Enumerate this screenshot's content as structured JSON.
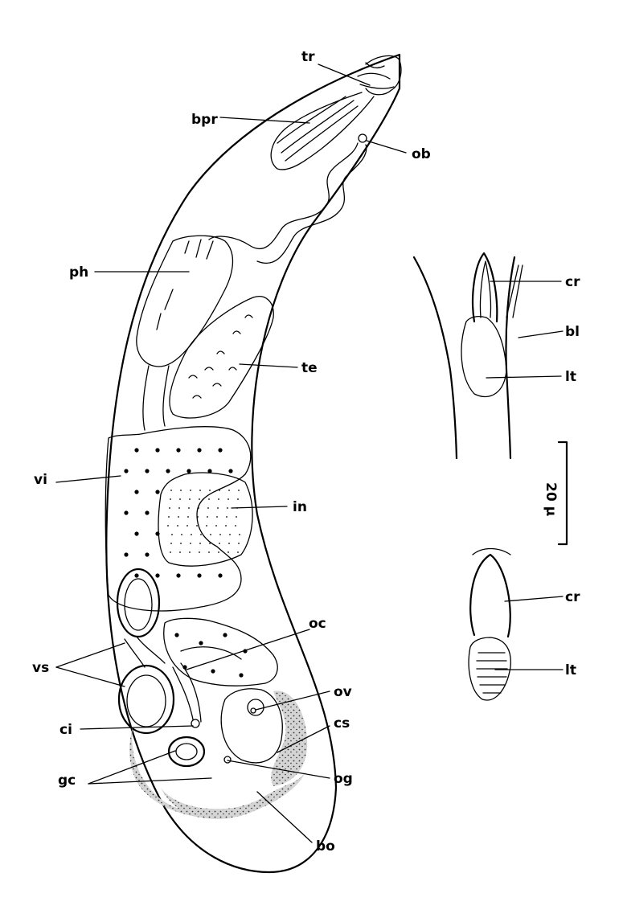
{
  "labels": {
    "tr": "tr",
    "bpr": "bpr",
    "ob": "ob",
    "ph": "ph",
    "te": "te",
    "vi": "vi",
    "in": "in",
    "oc": "oc",
    "vs": "vs",
    "ov": "ov",
    "ci": "ci",
    "cs": "cs",
    "gc": "gc",
    "og": "og",
    "bo": "bo",
    "cr_upper": "cr",
    "bl": "bl",
    "lt_upper": "lt",
    "cr_lower": "cr",
    "lt_lower": "lt",
    "scale": "20 μ"
  }
}
